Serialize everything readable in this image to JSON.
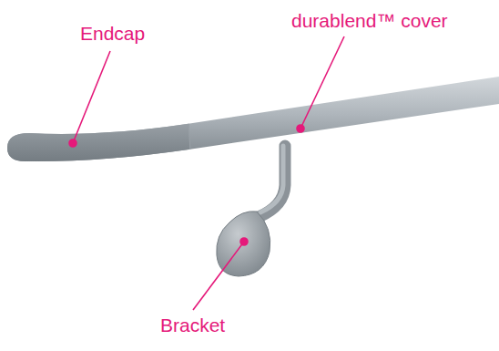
{
  "diagram": {
    "labels": [
      "Endcap",
      "durablend™ cover",
      "Bracket"
    ]
  }
}
